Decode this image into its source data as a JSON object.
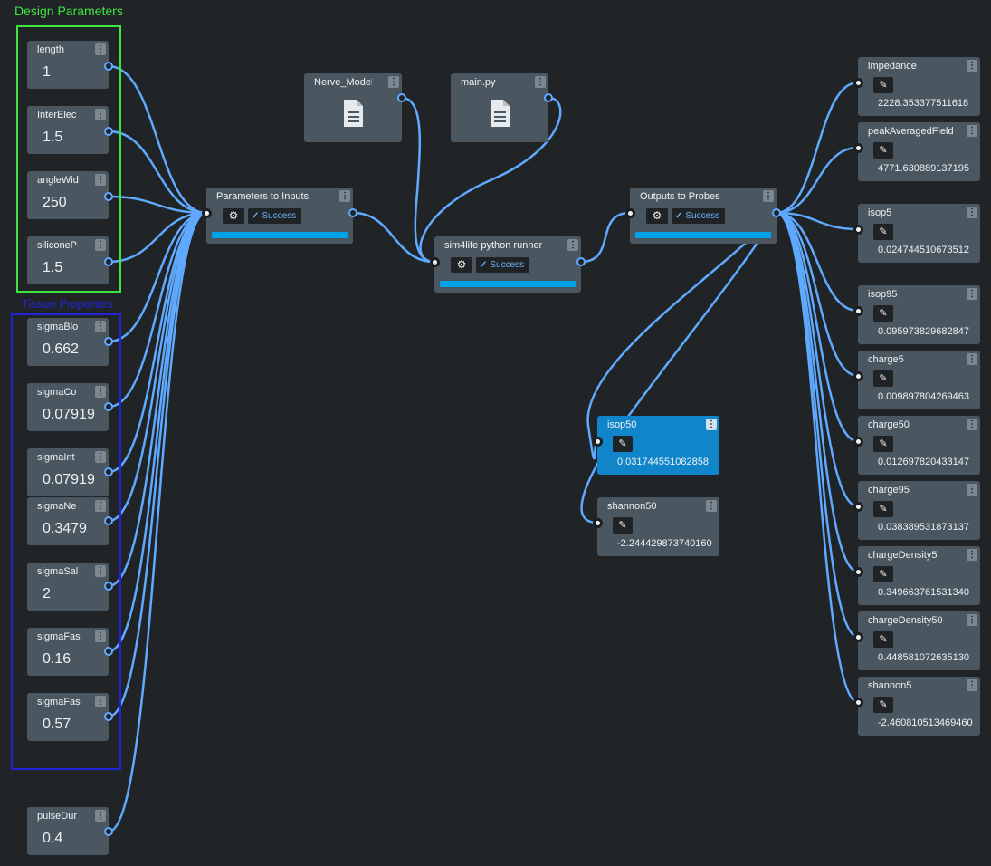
{
  "groups": {
    "design": {
      "label": "Design Parameters",
      "color": "#3fe53f"
    },
    "tissue": {
      "label": "Tissue Properties",
      "color": "#2323d6"
    }
  },
  "colors": {
    "canvas": "#212427",
    "node": "#4b5760",
    "selected_node": "#1085c9",
    "wire": "#5fa9ff",
    "progress": "#00a3e8"
  },
  "menu_glyph": "⋮",
  "params": [
    {
      "name": "length",
      "value": "1"
    },
    {
      "name": "InterElec",
      "value": "1.5"
    },
    {
      "name": "angleWid",
      "value": "250"
    },
    {
      "name": "siliconeP",
      "value": "1.5"
    },
    {
      "name": "sigmaBlo",
      "value": "0.662"
    },
    {
      "name": "sigmaCo",
      "value": "0.07919"
    },
    {
      "name": "sigmaInt",
      "value": "0.07919"
    },
    {
      "name": "sigmaNe",
      "value": "0.3479"
    },
    {
      "name": "sigmaSal",
      "value": "2"
    },
    {
      "name": "sigmaFas",
      "value": "0.16"
    },
    {
      "name": "sigmaFas",
      "value": "0.57"
    },
    {
      "name": "pulseDur",
      "value": "0.4"
    }
  ],
  "files": [
    {
      "name": "Nerve_Model",
      "icon": "file-icon"
    },
    {
      "name": "main.py",
      "icon": "file-icon"
    }
  ],
  "processors": {
    "p2i": {
      "title": "Parameters to Inputs",
      "status": "Success",
      "progress": 1.0
    },
    "runner": {
      "title": "sim4life python runner",
      "status": "Success",
      "progress": 1.0
    },
    "o2p": {
      "title": "Outputs to Probes",
      "status": "Success",
      "progress": 1.0
    }
  },
  "probes": [
    {
      "name": "impedance",
      "value": "2228.353377511618"
    },
    {
      "name": "peakAveragedField",
      "value": "4771.630889137195"
    },
    {
      "name": "isop5",
      "value": "0.024744510673512"
    },
    {
      "name": "isop95",
      "value": "0.095973829682847"
    },
    {
      "name": "charge5",
      "value": "0.009897804269463"
    },
    {
      "name": "charge50",
      "value": "0.012697820433147"
    },
    {
      "name": "charge95",
      "value": "0.038389531873137"
    },
    {
      "name": "chargeDensity5",
      "value": "0.349663761531340"
    },
    {
      "name": "chargeDensity50",
      "value": "0.448581072635130"
    },
    {
      "name": "shannon5",
      "value": "-2.460810513469460"
    }
  ],
  "middle_probes": [
    {
      "name": "isop50",
      "value": "0.031744551082858"
    },
    {
      "name": "shannon50",
      "value": "-2.244429873740160"
    }
  ]
}
